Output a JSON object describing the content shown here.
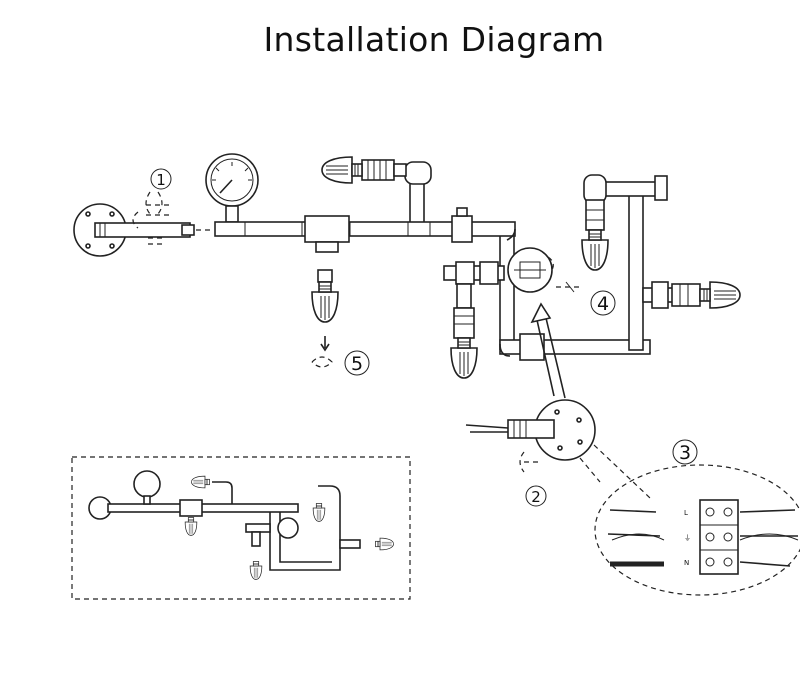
{
  "title": "Installation Diagram",
  "steps": [
    "1",
    "2",
    "3",
    "4",
    "5"
  ],
  "terminals": [
    "L",
    "⏚",
    "N"
  ]
}
